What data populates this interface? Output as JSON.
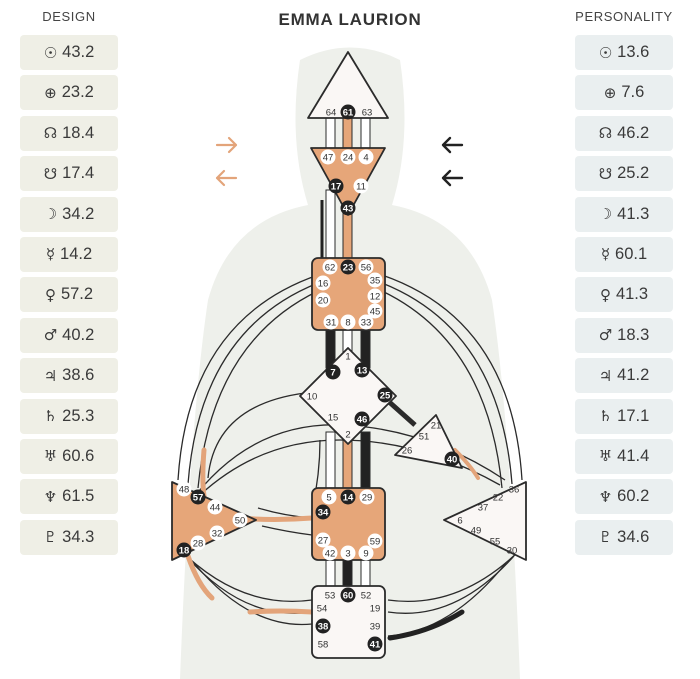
{
  "header": {
    "title": "EMMA LAURION"
  },
  "design": {
    "title": "DESIGN",
    "items": [
      {
        "symbol": "☉",
        "value": "43.2"
      },
      {
        "symbol": "⊕",
        "value": "23.2"
      },
      {
        "symbol": "☊",
        "value": "18.4"
      },
      {
        "symbol": "☋",
        "value": "17.4"
      },
      {
        "symbol": "☽",
        "value": "34.2"
      },
      {
        "symbol": "☿",
        "value": "14.2"
      },
      {
        "symbol": "♀",
        "value": "57.2"
      },
      {
        "symbol": "♂",
        "value": "40.2"
      },
      {
        "symbol": "♃",
        "value": "38.6"
      },
      {
        "symbol": "♄",
        "value": "25.3"
      },
      {
        "symbol": "♅",
        "value": "60.6"
      },
      {
        "symbol": "♆",
        "value": "61.5"
      },
      {
        "symbol": "♇",
        "value": "34.3"
      }
    ]
  },
  "personality": {
    "title": "PERSONALITY",
    "items": [
      {
        "symbol": "☉",
        "value": "13.6"
      },
      {
        "symbol": "⊕",
        "value": "7.6"
      },
      {
        "symbol": "☊",
        "value": "46.2"
      },
      {
        "symbol": "☋",
        "value": "25.2"
      },
      {
        "symbol": "☽",
        "value": "41.3"
      },
      {
        "symbol": "☿",
        "value": "60.1"
      },
      {
        "symbol": "♀",
        "value": "41.3"
      },
      {
        "symbol": "♂",
        "value": "18.3"
      },
      {
        "symbol": "♃",
        "value": "41.2"
      },
      {
        "symbol": "♄",
        "value": "17.1"
      },
      {
        "symbol": "♅",
        "value": "41.4"
      },
      {
        "symbol": "♆",
        "value": "60.2"
      },
      {
        "symbol": "♇",
        "value": "34.6"
      }
    ]
  },
  "colors": {
    "defined": "#e6a679",
    "design_line": "#e3a47a",
    "personality_line": "#222222",
    "open": "#faf7f5",
    "silhouette": "#eef0eb",
    "outline": "#2b2b2b"
  },
  "icons": {
    "design_arrow": "arrow-right-icon",
    "design_arrow_2": "arrow-left-icon",
    "personality_arrow": "arrow-left-icon"
  },
  "centers": {
    "head": {
      "gates": [
        "64",
        "61",
        "63"
      ],
      "defined": false
    },
    "ajna": {
      "gates": [
        "47",
        "24",
        "4",
        "17",
        "11",
        "43"
      ],
      "defined": true
    },
    "throat": {
      "gates": [
        "62",
        "23",
        "56",
        "16",
        "35",
        "20",
        "12",
        "45",
        "31",
        "8",
        "33"
      ],
      "defined": true
    },
    "g": {
      "gates": [
        "1",
        "7",
        "13",
        "10",
        "25",
        "15",
        "46",
        "2"
      ],
      "defined": false
    },
    "heart": {
      "gates": [
        "21",
        "51",
        "26",
        "40"
      ],
      "defined": false
    },
    "spleen": {
      "gates": [
        "48",
        "57",
        "44",
        "50",
        "32",
        "28",
        "18"
      ],
      "defined": true
    },
    "sacral": {
      "gates": [
        "5",
        "14",
        "29",
        "34",
        "27",
        "59",
        "42",
        "3",
        "9"
      ],
      "defined": true
    },
    "solar_plexus": {
      "gates": [
        "36",
        "22",
        "37",
        "6",
        "49",
        "55",
        "30"
      ],
      "defined": false
    },
    "root": {
      "gates": [
        "53",
        "60",
        "52",
        "54",
        "19",
        "38",
        "39",
        "58",
        "41"
      ],
      "defined": false
    }
  },
  "active_gates": [
    "61",
    "17",
    "43",
    "23",
    "7",
    "13",
    "25",
    "46",
    "40",
    "57",
    "18",
    "34",
    "14",
    "60",
    "38",
    "41"
  ]
}
